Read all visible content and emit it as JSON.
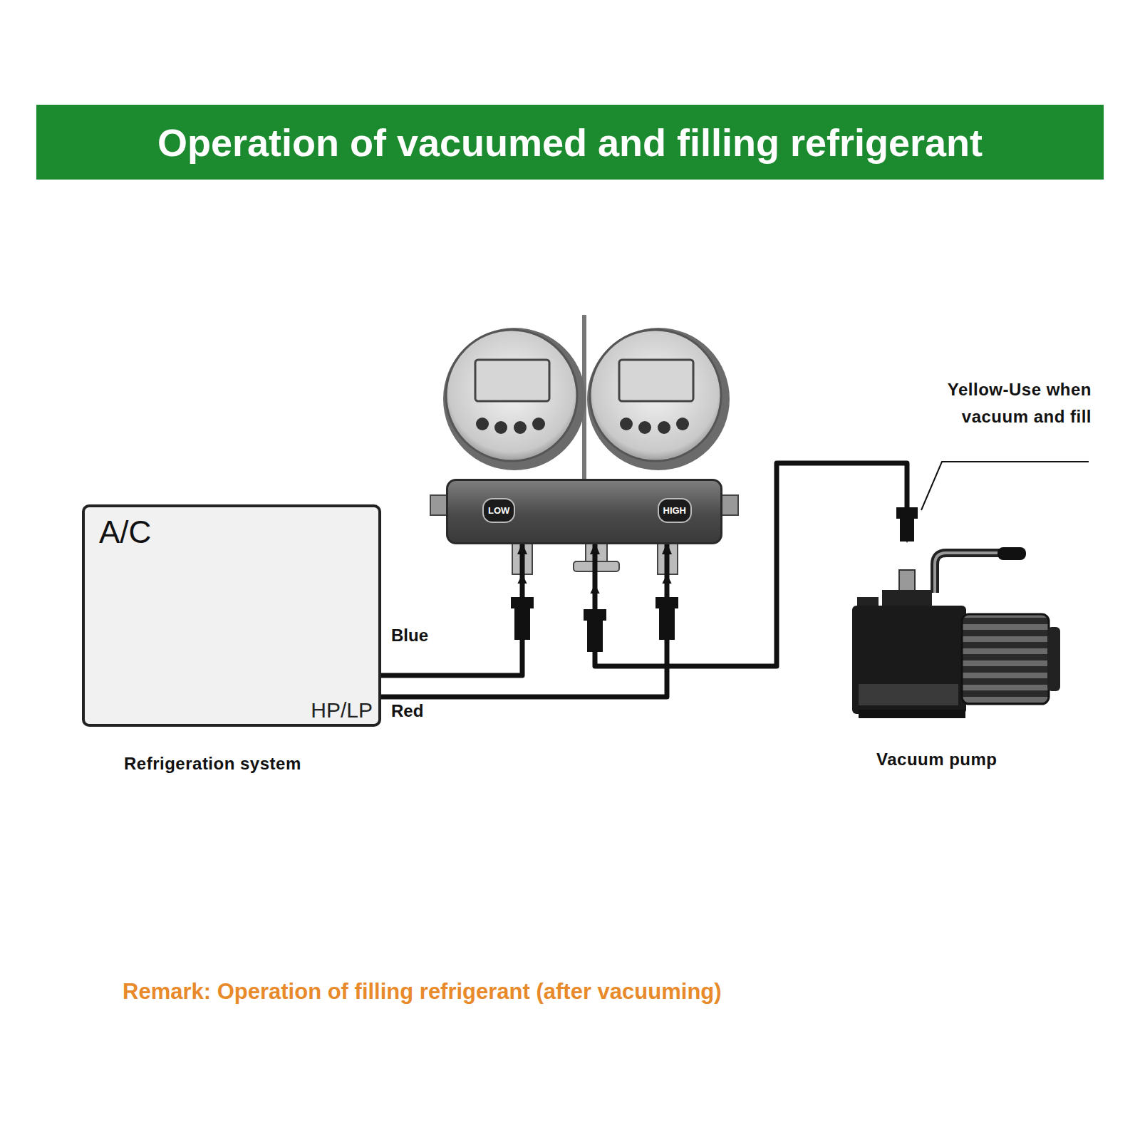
{
  "diagram": {
    "title": "Operation of vacuumed and filling refrigerant",
    "nodes": [
      {
        "text": [
          "A/C",
          "HP/LP",
          "Refrigeration system"
        ]
      },
      {
        "text": [
          "LOW",
          "HIGH"
        ]
      },
      {
        "text": [
          "Vacuum pump"
        ]
      }
    ],
    "edges": [
      {
        "from": 0,
        "to": 1,
        "label": "Blue",
        "arrow": "to"
      },
      {
        "from": 0,
        "to": 1,
        "label": "Red",
        "arrow": "to"
      },
      {
        "from": 1,
        "to": 2,
        "arrow": "both"
      }
    ],
    "labels": [
      "Yellow-Use when vacuum and fill",
      "Remark: Operation of filling refrigerant (after vacuuming)"
    ]
  }
}
